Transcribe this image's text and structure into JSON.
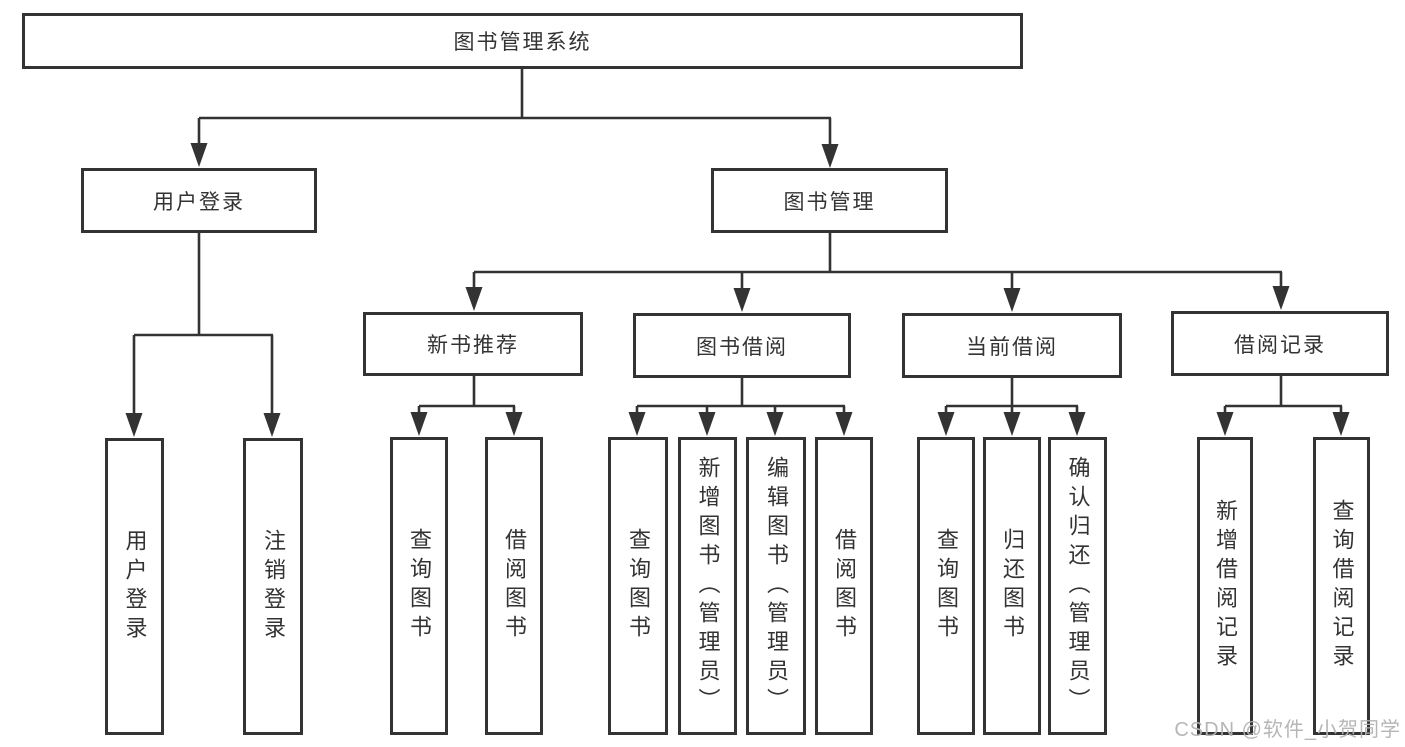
{
  "colors": {
    "line": "#333333",
    "text": "#333333",
    "box_bg": "#ffffff",
    "watermark": "#b3b3b3"
  },
  "nodes": {
    "root": "图书管理系统",
    "user_login": "用户登录",
    "book_management": "图书管理",
    "new_book_recommend": "新书推荐",
    "book_borrow": "图书借阅",
    "current_borrow": "当前借阅",
    "borrow_records": "借阅记录",
    "leaves": {
      "user_login": [
        "用户登录",
        "注销登录"
      ],
      "new_book_recommend": [
        "查询图书",
        "借阅图书"
      ],
      "book_borrow": [
        "查询图书",
        "新增图书（管理员）",
        "编辑图书（管理员）",
        "借阅图书"
      ],
      "current_borrow": [
        "查询图书",
        "归还图书",
        "确认归还（管理员）"
      ],
      "borrow_records": [
        "新增借阅记录",
        "查询借阅记录"
      ]
    }
  },
  "watermark": "CSDN @软件_小贺同学"
}
